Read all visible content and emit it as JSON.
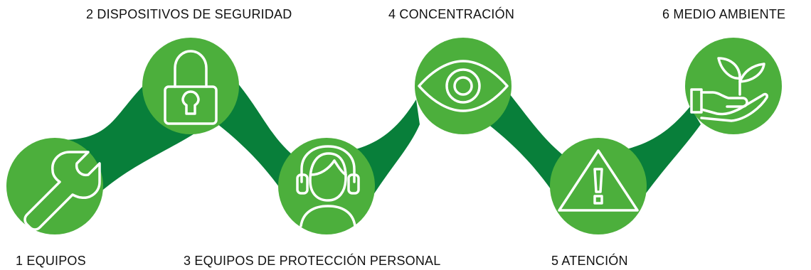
{
  "colors": {
    "circle": "#4caf3c",
    "connector": "#087f3a",
    "icon_stroke": "#ffffff",
    "text": "#111111"
  },
  "steps": [
    {
      "label": "1 EQUIPOS",
      "icon": "wrench-icon"
    },
    {
      "label": "2 DISPOSITIVOS DE SEGURIDAD",
      "icon": "padlock-icon"
    },
    {
      "label": "3 EQUIPOS DE PROTECCIÓN PERSONAL",
      "icon": "person-with-headphones-icon"
    },
    {
      "label": "4 CONCENTRACIÓN",
      "icon": "eye-icon"
    },
    {
      "label": "5 ATENCIÓN",
      "icon": "warning-triangle-icon"
    },
    {
      "label": "6 MEDIO AMBIENTE",
      "icon": "hand-with-plant-icon"
    }
  ]
}
